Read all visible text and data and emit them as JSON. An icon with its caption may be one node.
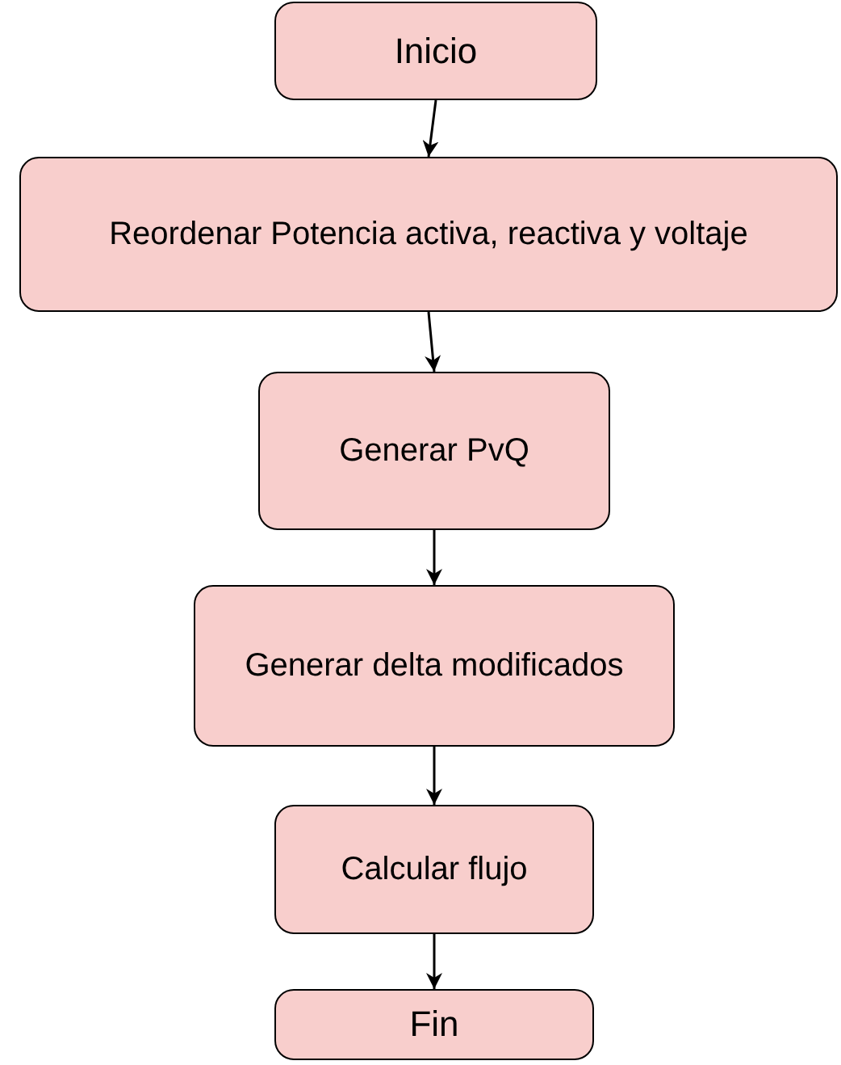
{
  "diagram": {
    "nodes": [
      {
        "text": [
          "Inicio"
        ]
      },
      {
        "text": [
          "Reordenar Potencia activa, reactiva y voltaje"
        ]
      },
      {
        "text": [
          "Generar PvQ"
        ]
      },
      {
        "text": [
          "Generar delta modificados"
        ]
      },
      {
        "text": [
          "Calcular flujo"
        ]
      },
      {
        "text": [
          "Fin"
        ]
      }
    ],
    "edges": [
      {
        "from": 0,
        "to": 1,
        "arrow": "to"
      },
      {
        "from": 1,
        "to": 2,
        "arrow": "to"
      },
      {
        "from": 2,
        "to": 3,
        "arrow": "to"
      },
      {
        "from": 3,
        "to": 4,
        "arrow": "to"
      },
      {
        "from": 4,
        "to": 5,
        "arrow": "to"
      }
    ]
  }
}
